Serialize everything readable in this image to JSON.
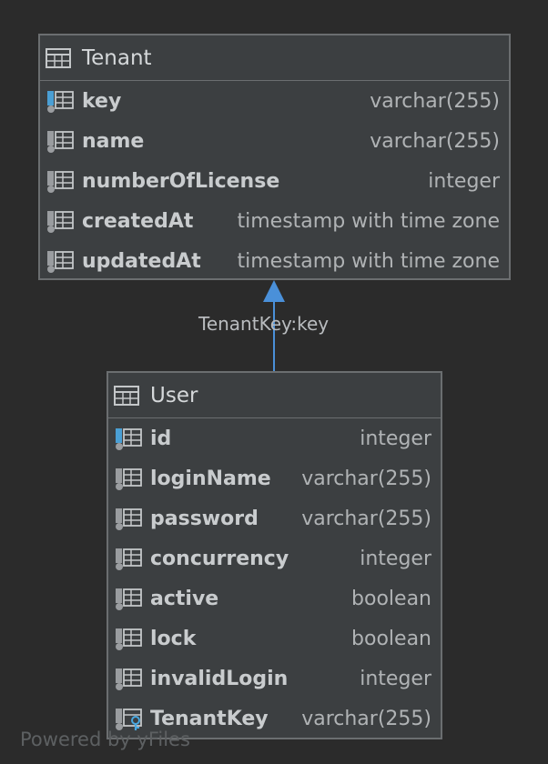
{
  "diagram": {
    "watermark": "Powered by yFiles",
    "edge_label": "TenantKey:key",
    "colors": {
      "background": "#2b2b2b",
      "box": "#3c3f41",
      "border": "#6b6e70",
      "edge": "#4a90d9",
      "pk_marker": "#4a9fd4",
      "fk_key": "#4aa8e0"
    },
    "tables": [
      {
        "name": "Tenant",
        "icon": "table-icon",
        "columns": [
          {
            "name": "key",
            "type": "varchar(255)",
            "icon": "primary-key-column-icon"
          },
          {
            "name": "name",
            "type": "varchar(255)",
            "icon": "column-icon"
          },
          {
            "name": "numberOfLicense",
            "type": "integer",
            "icon": "column-icon"
          },
          {
            "name": "createdAt",
            "type": "timestamp with time zone",
            "icon": "column-icon"
          },
          {
            "name": "updatedAt",
            "type": "timestamp with time zone",
            "icon": "column-icon"
          }
        ]
      },
      {
        "name": "User",
        "icon": "table-icon",
        "columns": [
          {
            "name": "id",
            "type": "integer",
            "icon": "primary-key-column-icon"
          },
          {
            "name": "loginName",
            "type": "varchar(255)",
            "icon": "column-icon"
          },
          {
            "name": "password",
            "type": "varchar(255)",
            "icon": "column-icon"
          },
          {
            "name": "concurrency",
            "type": "integer",
            "icon": "column-icon"
          },
          {
            "name": "active",
            "type": "boolean",
            "icon": "column-icon"
          },
          {
            "name": "lock",
            "type": "boolean",
            "icon": "column-icon"
          },
          {
            "name": "invalidLogin",
            "type": "integer",
            "icon": "column-icon"
          },
          {
            "name": "TenantKey",
            "type": "varchar(255)",
            "icon": "foreign-key-column-icon"
          }
        ]
      }
    ]
  }
}
